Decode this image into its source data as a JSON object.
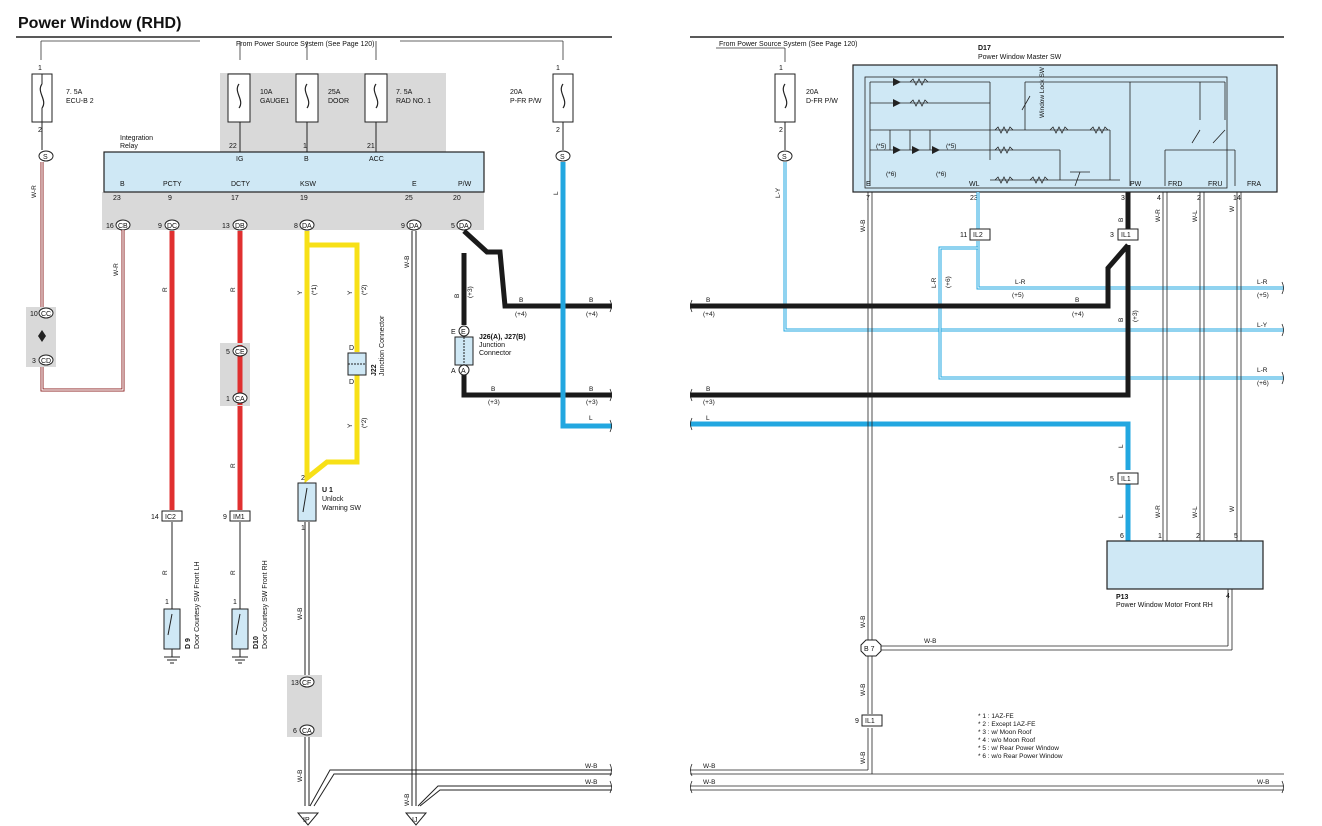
{
  "page": {
    "title": "Power Window (RHD)",
    "source_left": "From Power Source System (See Page 120)",
    "source_right": "From Power Source System (See Page 120)"
  },
  "colors": {
    "red": "#e03030",
    "blue": "#22a7e0",
    "yellow": "#f7e017",
    "black": "#1a1a1a",
    "switch_fill": "#cfe8f5",
    "connector_gray": "#d9d9d9"
  },
  "fuses": [
    {
      "top_pin": "1",
      "bottom_pin": "2",
      "amp": "7. 5A",
      "name": "ECU-B 2"
    },
    {
      "bottom_pin": "22",
      "amp": "10A",
      "name": "GAUGE1"
    },
    {
      "bottom_pin": "1",
      "amp": "25A",
      "name": "DOOR"
    },
    {
      "bottom_pin": "21",
      "amp": "7. 5A",
      "name": "RAD NO. 1"
    },
    {
      "top_pin": "1",
      "bottom_pin": "2",
      "amp": "20A",
      "name": "P-FR P/W"
    },
    {
      "top_pin": "1",
      "bottom_pin": "2",
      "amp": "20A",
      "name": "D-FR P/W"
    }
  ],
  "integration_relay": {
    "label_line1": "Integration",
    "label_line2": "Relay",
    "top_terms": [
      {
        "name": "IG"
      },
      {
        "name": "B"
      },
      {
        "name": "ACC"
      }
    ],
    "bottom_terms": [
      {
        "name": "B",
        "pin": "23",
        "conn_pin": "16",
        "conn": "CB"
      },
      {
        "name": "PCTY",
        "pin": "9",
        "conn_pin": "9",
        "conn": "DC"
      },
      {
        "name": "DCTY",
        "pin": "17",
        "conn_pin": "13",
        "conn": "DB"
      },
      {
        "name": "KSW",
        "pin": "19",
        "conn_pin": "8",
        "conn": "DA"
      },
      {
        "name": "E",
        "pin": "25",
        "conn_pin": "9",
        "conn": "DA"
      },
      {
        "name": "P/W",
        "pin": "20",
        "conn_pin": "5",
        "conn": "DA"
      }
    ]
  },
  "connectors": {
    "s1": "S",
    "s2": "S",
    "s3": "S",
    "cc": {
      "pin": "10",
      "name": "CC"
    },
    "cd": {
      "pin": "3",
      "name": "CD"
    },
    "ce": {
      "pin": "5",
      "name": "CE"
    },
    "ca1": {
      "pin": "1",
      "name": "CA"
    },
    "ic2": {
      "pin": "14",
      "name": "IC2"
    },
    "im1": {
      "pin": "9",
      "name": "IM1"
    },
    "cf": {
      "pin": "13",
      "name": "CF"
    },
    "ca2": {
      "pin": "6",
      "name": "CA"
    },
    "il2": {
      "pin": "11",
      "name": "IL2"
    },
    "il1a": {
      "pin": "3",
      "name": "IL1"
    },
    "il1b": {
      "pin": "5",
      "name": "IL1"
    },
    "il1c": {
      "pin": "9",
      "name": "IL1"
    },
    "b7": "B 7",
    "ip": "IP",
    "ij": "IJ"
  },
  "junction": {
    "pin_e": "E",
    "pin_a": "A",
    "label1": "J26(A), J27(B)",
    "label2": "Junction",
    "label3": "Connector"
  },
  "j22": {
    "pin_top": "D",
    "pin_bottom": "D",
    "name": "J22",
    "desc": "Junction Connector"
  },
  "u1": {
    "name": "U 1",
    "desc1": "Unlock",
    "desc2": "Warning SW",
    "pin_top": "2",
    "pin_bottom": "1"
  },
  "d9": {
    "name": "D 9",
    "desc": "Door Courtesy SW Front LH",
    "pin": "1"
  },
  "d10": {
    "name": "D10",
    "desc": "Door Courtesy SW Front RH",
    "pin": "1"
  },
  "master_sw": {
    "name": "D17",
    "desc": "Power Window Master SW",
    "lock_sw": "Window Lock SW",
    "notes": [
      "(*5)",
      "(*5)",
      "(*6)",
      "(*6)"
    ],
    "terms": [
      {
        "name": "E",
        "pin": "7"
      },
      {
        "name": "WL",
        "pin": "23"
      },
      {
        "name": "PW",
        "pin": "3"
      },
      {
        "name": "FRD",
        "pin": "4"
      },
      {
        "name": "FRU",
        "pin": "2"
      },
      {
        "name": "FRA",
        "pin": "14"
      }
    ]
  },
  "motor": {
    "name": "P13",
    "desc": "Power Window Motor Front RH",
    "pins": [
      "6",
      "1",
      "2",
      "5",
      "4"
    ]
  },
  "wires": {
    "W-R": "W-R",
    "R": "R",
    "Y": "Y",
    "B": "B",
    "L": "L",
    "W-B": "W-B",
    "L-R": "L-R",
    "L-Y": "L-Y",
    "W-L": "W-L",
    "W": "W",
    "n1": "(*1)",
    "n2": "(*2)",
    "n3": "(+3)",
    "n4": "(+4)",
    "n5": "(+5)",
    "n6": "(+6)"
  },
  "footnotes": [
    "* 1 : 1AZ-FE",
    "* 2 : Except 1AZ-FE",
    "* 3 : w/ Moon Roof",
    "* 4 : w/o Moon Roof",
    "* 5 : w/ Rear Power Window",
    "* 6 : w/o Rear Power Window"
  ]
}
